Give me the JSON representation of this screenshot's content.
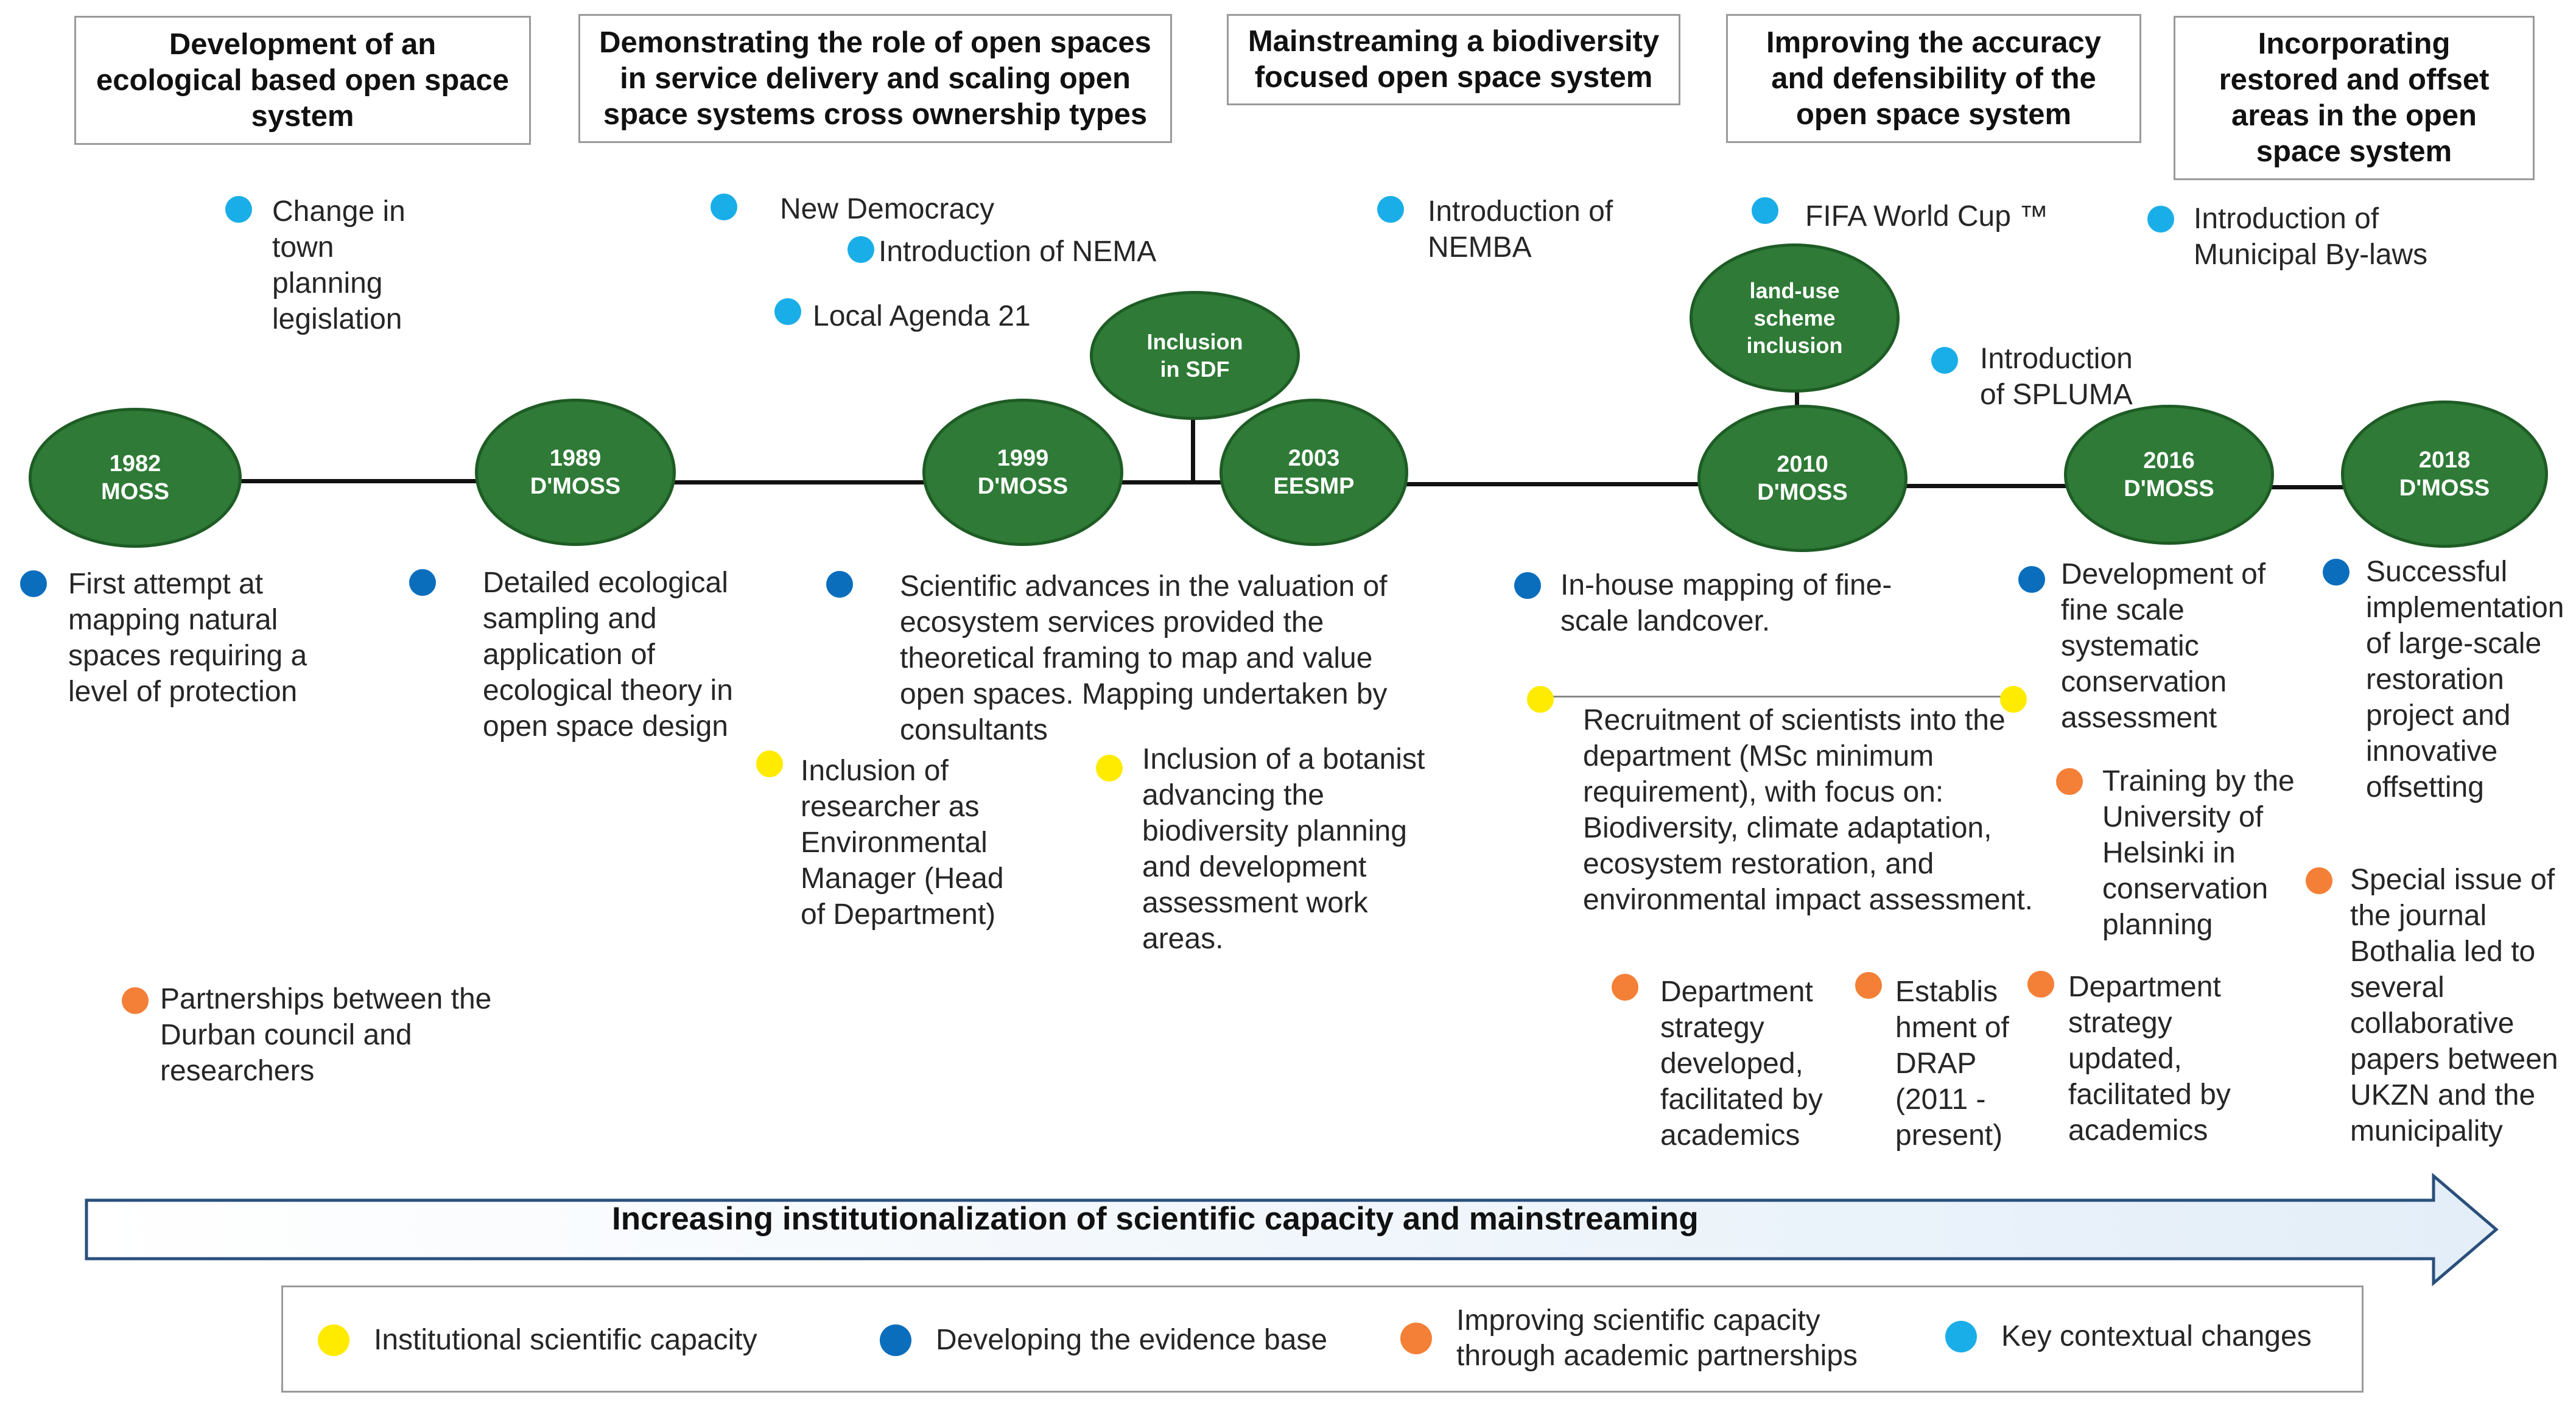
{
  "colors": {
    "institutional": "#ffeb00",
    "evidence": "#0a6ebd",
    "academic": "#f47f36",
    "contextual": "#1aaee8",
    "milestone": "#2e7a36"
  },
  "headers": [
    {
      "lines": [
        "Development of an",
        "ecological based open space",
        "system"
      ]
    },
    {
      "lines": [
        "Demonstrating the role of open spaces",
        "in service delivery and scaling open",
        "space systems cross ownership types"
      ]
    },
    {
      "lines": [
        "Mainstreaming a biodiversity",
        "focused open space system"
      ]
    },
    {
      "lines": [
        "Improving the accuracy",
        "and defensibility of the",
        "open space system"
      ]
    },
    {
      "lines": [
        "Incorporating",
        "restored and offset",
        "areas in the open",
        "space system"
      ]
    }
  ],
  "milestones": [
    {
      "year": "1982",
      "name": "MOSS"
    },
    {
      "year": "1989",
      "name": "D'MOSS"
    },
    {
      "year": "1999",
      "name": "D'MOSS"
    },
    {
      "year": "2003",
      "name": "EESMP"
    },
    {
      "year": "2010",
      "name": "D'MOSS"
    },
    {
      "year": "2016",
      "name": "D'MOSS"
    },
    {
      "year": "2018",
      "name": "D'MOSS"
    }
  ],
  "side_milestones": [
    {
      "lines": [
        "Inclusion",
        "in  SDF"
      ]
    },
    {
      "lines": [
        "land-use",
        "scheme",
        "inclusion"
      ]
    }
  ],
  "contextual_events": [
    {
      "lines": [
        "Change in",
        "town",
        "planning",
        "legislation"
      ]
    },
    {
      "lines": [
        "New Democracy"
      ]
    },
    {
      "lines": [
        "Introduction of NEMA"
      ]
    },
    {
      "lines": [
        "Local Agenda 21"
      ]
    },
    {
      "lines": [
        "Introduction of",
        "NEMBA"
      ]
    },
    {
      "lines": [
        "FIFA World Cup ™"
      ]
    },
    {
      "lines": [
        "Introduction",
        "of SPLUMA"
      ]
    },
    {
      "lines": [
        "Introduction of",
        "Municipal By-laws"
      ]
    }
  ],
  "evidence_events": [
    {
      "lines": [
        "First attempt at",
        "mapping natural",
        "spaces requiring a",
        "level of protection"
      ]
    },
    {
      "lines": [
        "Detailed ecological",
        "sampling and",
        "application of",
        "ecological theory in",
        "open space design"
      ]
    },
    {
      "lines": [
        "Scientific advances in the valuation of",
        "ecosystem services provided the",
        "theoretical framing to map and value",
        "open spaces. Mapping undertaken by",
        "consultants"
      ]
    },
    {
      "lines": [
        "In-house mapping  of fine-",
        "scale landcover."
      ]
    },
    {
      "lines": [
        "Development of",
        "fine scale",
        "systematic",
        "conservation",
        "assessment"
      ]
    },
    {
      "lines": [
        "Successful",
        "implementation",
        "of large-scale",
        "restoration",
        "project and",
        "innovative",
        "offsetting"
      ]
    }
  ],
  "institutional_events": [
    {
      "lines": [
        "Inclusion of",
        "researcher as",
        "Environmental",
        "Manager (Head",
        "of Department)"
      ]
    },
    {
      "lines": [
        "Inclusion of a botanist",
        "advancing the",
        "biodiversity planning",
        "and development",
        "assessment work",
        "areas."
      ]
    },
    {
      "lines": [
        "Recruitment of scientists into the",
        "department (MSc minimum",
        "requirement), with focus on:",
        "Biodiversity, climate adaptation,",
        "ecosystem restoration, and",
        "environmental impact assessment."
      ]
    }
  ],
  "academic_events": [
    {
      "lines": [
        "Partnerships between the",
        "Durban council and",
        "researchers"
      ]
    },
    {
      "lines": [
        "Training by the",
        "University of",
        "Helsinki in",
        "conservation",
        "planning"
      ]
    },
    {
      "lines": [
        "Department",
        "strategy",
        "developed,",
        "facilitated by",
        "academics"
      ]
    },
    {
      "lines": [
        "Establis",
        "hment of",
        "DRAP",
        "(2011 -",
        "present)"
      ]
    },
    {
      "lines": [
        "Department",
        "strategy",
        "updated,",
        "facilitated by",
        "academics"
      ]
    },
    {
      "lines": [
        "Special issue of",
        "the journal",
        "Bothalia led to",
        "several",
        "collaborative",
        "papers between",
        "UKZN and the",
        "municipality"
      ]
    }
  ],
  "arrow": {
    "label": "Increasing institutionalization  of scientific capacity and mainstreaming"
  },
  "legend": [
    {
      "lines": [
        "Institutional scientific capacity"
      ]
    },
    {
      "lines": [
        "Developing the evidence base"
      ]
    },
    {
      "lines": [
        "Improving scientific capacity",
        "through academic partnerships"
      ]
    },
    {
      "lines": [
        "Key contextual changes"
      ]
    }
  ]
}
